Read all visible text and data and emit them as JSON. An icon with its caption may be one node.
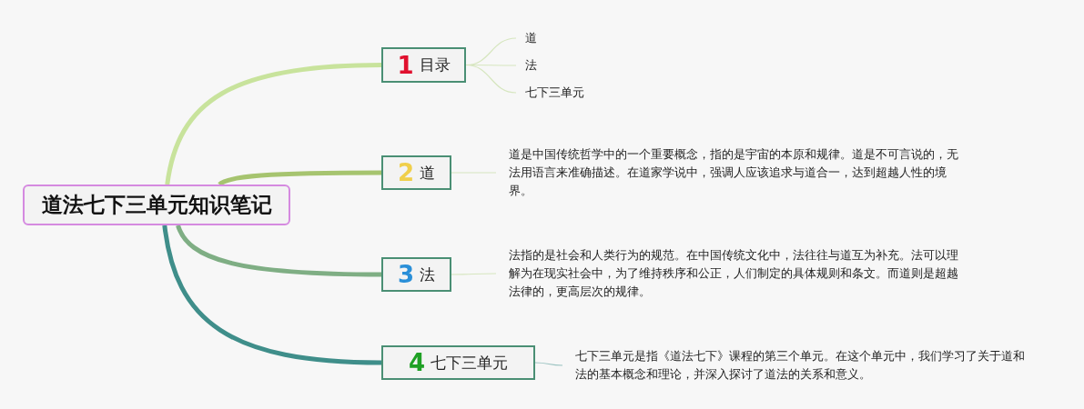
{
  "diagram": {
    "nodes": [
      {
        "text": [
          "道法七下三单元知识笔记"
        ]
      },
      {
        "text": [
          "1",
          "目录"
        ]
      },
      {
        "text": [
          "2",
          "道"
        ]
      },
      {
        "text": [
          "3",
          "法"
        ]
      },
      {
        "text": [
          "4",
          "七下三单元"
        ]
      },
      {
        "text": [
          "道"
        ]
      },
      {
        "text": [
          "法"
        ]
      },
      {
        "text": [
          "七下三单元"
        ]
      },
      {
        "text": [
          "道是中国传统哲学中的一个重要概念，指的是宇宙的本原和规律。道是不可言说的，无法用语言来准确描述。在道家学说中，强调人应该追求与道合一，达到超越人性的境界。"
        ]
      },
      {
        "text": [
          "法指的是社会和人类行为的规范。在中国传统文化中，法往往与道互为补充。法可以理解为在现实社会中，为了维持秩序和公正，人们制定的具体规则和条文。而道则是超越法律的，更高层次的规律。"
        ]
      },
      {
        "text": [
          "七下三单元是指《道法七下》课程的第三个单元。在这个单元中，我们学习了关于道和法的基本概念和理论，并深入探讨了道法的关系和意义。"
        ]
      }
    ],
    "edges": [
      {
        "from": 0,
        "to": 1,
        "arrow": "none",
        "style": "thick",
        "color": "#c8e39c"
      },
      {
        "from": 0,
        "to": 2,
        "arrow": "none",
        "style": "thick",
        "color": "#a6c46f"
      },
      {
        "from": 0,
        "to": 3,
        "arrow": "none",
        "style": "thick",
        "color": "#7fae84"
      },
      {
        "from": 0,
        "to": 4,
        "arrow": "none",
        "style": "thick",
        "color": "#3f8e8a"
      },
      {
        "from": 1,
        "to": 5,
        "arrow": "none"
      },
      {
        "from": 1,
        "to": 6,
        "arrow": "none"
      },
      {
        "from": 1,
        "to": 7,
        "arrow": "none"
      },
      {
        "from": 2,
        "to": 8,
        "arrow": "none"
      },
      {
        "from": 3,
        "to": 9,
        "arrow": "none"
      },
      {
        "from": 4,
        "to": 10,
        "arrow": "none",
        "color": "#9cc4c2"
      }
    ]
  }
}
